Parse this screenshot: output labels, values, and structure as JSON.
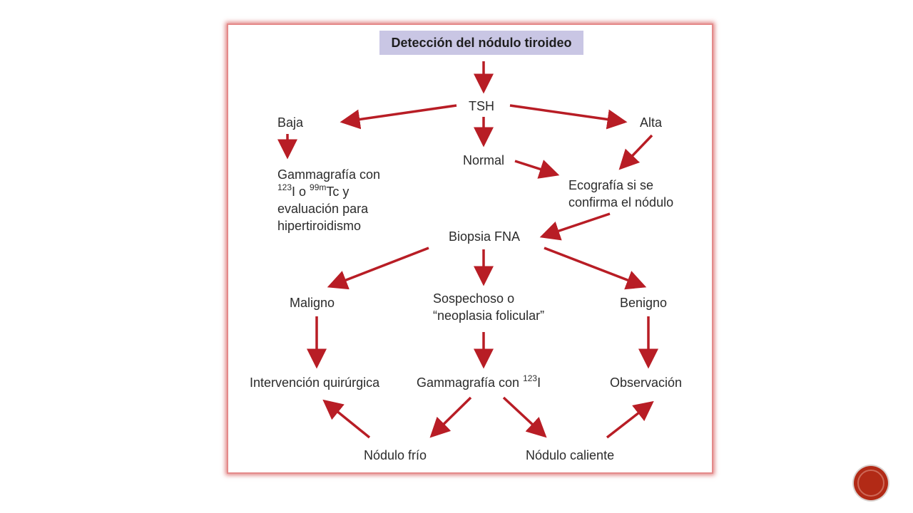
{
  "diagram": {
    "title": "Detección del nódulo tiroideo",
    "nodes": {
      "tsh": "TSH",
      "baja": "Baja",
      "normal": "Normal",
      "alta": "Alta",
      "gammagrafia_tc": {
        "line1": "Gammagrafía con",
        "sup1": "123",
        "mid1": "I o ",
        "sup2": "99m",
        "mid2": "Tc y",
        "line3": "evaluación para",
        "line4": "hipertiroidismo"
      },
      "ecografia": {
        "line1": "Ecografía si se",
        "line2": "confirma el nódulo"
      },
      "biopsia": "Biopsia FNA",
      "maligno": "Maligno",
      "sospechoso": {
        "line1": "Sospechoso o",
        "line2": "“neoplasia folicular”"
      },
      "benigno": "Benigno",
      "intervencion": "Intervención quirúrgica",
      "gammagrafia_i": {
        "text": "Gammagrafía con ",
        "sup": "123",
        "suffix": "I"
      },
      "observacion": "Observación",
      "nodulo_frio": "Nódulo frío",
      "nodulo_caliente": "Nódulo caliente"
    },
    "edges": [
      [
        "title",
        "tsh"
      ],
      [
        "tsh",
        "baja"
      ],
      [
        "tsh",
        "normal"
      ],
      [
        "tsh",
        "alta"
      ],
      [
        "baja",
        "gammagrafia_tc"
      ],
      [
        "normal",
        "ecografia"
      ],
      [
        "alta",
        "ecografia"
      ],
      [
        "ecografia",
        "biopsia"
      ],
      [
        "biopsia",
        "maligno"
      ],
      [
        "biopsia",
        "sospechoso"
      ],
      [
        "biopsia",
        "benigno"
      ],
      [
        "maligno",
        "intervencion"
      ],
      [
        "sospechoso",
        "gammagrafia_i"
      ],
      [
        "benigno",
        "observacion"
      ],
      [
        "gammagrafia_i",
        "nodulo_frio"
      ],
      [
        "gammagrafia_i",
        "nodulo_caliente"
      ],
      [
        "nodulo_frio",
        "intervencion"
      ],
      [
        "nodulo_caliente",
        "observacion"
      ]
    ],
    "colors": {
      "arrow": "#b81d25",
      "title_bg": "#c9c6e4",
      "frame_border": "#e48a8a",
      "logo": "#b22a16"
    }
  },
  "logo": {
    "icon": "circle-logo-icon"
  }
}
